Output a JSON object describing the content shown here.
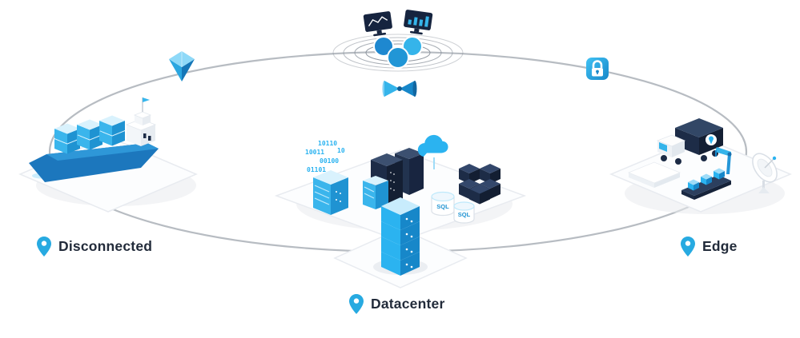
{
  "diagram": {
    "title": "hybrid-environments-diagram",
    "nodes": {
      "disconnected": {
        "label": "Disconnected"
      },
      "datacenter": {
        "label": "Datacenter",
        "binary": [
          "10110",
          "10011",
          "00100",
          "01101",
          "10"
        ],
        "sql_label": "SQL"
      },
      "edge": {
        "label": "Edge"
      }
    },
    "colors": {
      "accent": "#2bb3f0",
      "accent_dark": "#1787c9",
      "navy": "#1b2a44",
      "connection_line": "#b7bcc2",
      "pin": "#27aae1",
      "platform": "#fcfdfe"
    },
    "icons": [
      "location-pin-icon",
      "gem-icon",
      "lock-icon",
      "funnel-icon",
      "cloud-icon",
      "monitor-icon",
      "person-icon",
      "signal-rings",
      "satellite-dish-icon",
      "robot-arm-icon"
    ]
  }
}
